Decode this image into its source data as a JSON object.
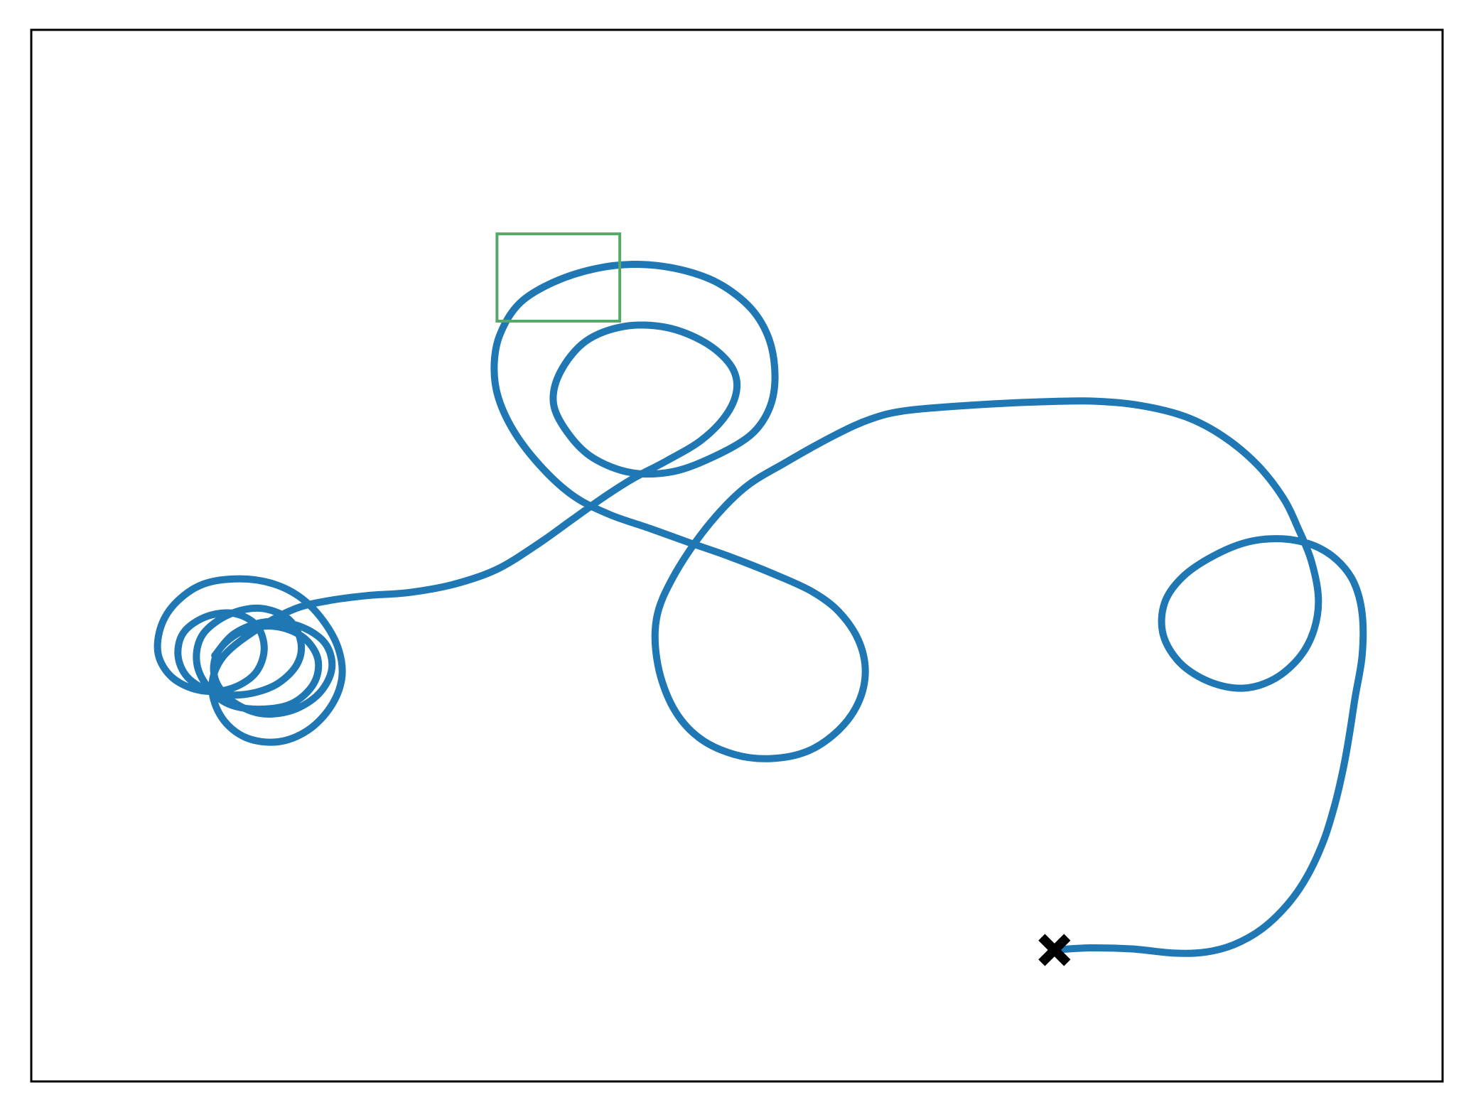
{
  "chart_data": {
    "type": "line",
    "title": "",
    "xlabel": "",
    "ylabel": "",
    "grid": false,
    "legend": "none",
    "xlim": [
      0,
      100
    ],
    "ylim": [
      0,
      100
    ],
    "series": [
      {
        "color": "#1f77b4",
        "marker_end": "x",
        "marker_color": "#000000",
        "points": [
          [
            72.5,
            12.5
          ],
          [
            75.0,
            12.7
          ],
          [
            78.0,
            12.6
          ],
          [
            81.0,
            12.2
          ],
          [
            83.2,
            12.3
          ],
          [
            85.2,
            13.0
          ],
          [
            87.2,
            14.5
          ],
          [
            89.0,
            16.8
          ],
          [
            90.4,
            19.5
          ],
          [
            91.6,
            23.0
          ],
          [
            92.4,
            26.5
          ],
          [
            93.0,
            30.0
          ],
          [
            93.4,
            33.0
          ],
          [
            93.8,
            36.5
          ],
          [
            94.3,
            40.5
          ],
          [
            94.3,
            44.5
          ],
          [
            93.7,
            47.5
          ],
          [
            92.5,
            49.6
          ],
          [
            90.8,
            51.0
          ],
          [
            88.6,
            51.6
          ],
          [
            86.2,
            51.3
          ],
          [
            83.8,
            50.0
          ],
          [
            81.6,
            48.0
          ],
          [
            80.3,
            45.5
          ],
          [
            80.2,
            42.5
          ],
          [
            81.4,
            39.8
          ],
          [
            83.5,
            38.0
          ],
          [
            85.9,
            37.4
          ],
          [
            88.1,
            38.3
          ],
          [
            89.9,
            40.4
          ],
          [
            90.9,
            43.0
          ],
          [
            91.2,
            46.0
          ],
          [
            90.7,
            49.5
          ],
          [
            89.8,
            52.5
          ],
          [
            88.7,
            55.5
          ],
          [
            86.9,
            58.6
          ],
          [
            84.5,
            61.3
          ],
          [
            81.8,
            63.2
          ],
          [
            78.5,
            64.3
          ],
          [
            75.0,
            64.7
          ],
          [
            71.0,
            64.6
          ],
          [
            66.5,
            64.3
          ],
          [
            62.0,
            63.8
          ],
          [
            59.5,
            63.0
          ],
          [
            57.0,
            61.5
          ],
          [
            53.5,
            58.9
          ],
          [
            50.5,
            56.4
          ],
          [
            47.8,
            52.6
          ],
          [
            45.5,
            48.0
          ],
          [
            44.3,
            44.0
          ],
          [
            44.4,
            39.6
          ],
          [
            45.5,
            35.5
          ],
          [
            47.3,
            32.7
          ],
          [
            49.8,
            31.1
          ],
          [
            52.4,
            30.7
          ],
          [
            55.0,
            31.4
          ],
          [
            57.2,
            33.4
          ],
          [
            58.6,
            36.0
          ],
          [
            59.1,
            39.0
          ],
          [
            58.6,
            42.0
          ],
          [
            57.2,
            44.7
          ],
          [
            55.3,
            46.6
          ],
          [
            52.7,
            48.2
          ],
          [
            49.5,
            49.9
          ],
          [
            46.5,
            51.3
          ],
          [
            43.8,
            52.6
          ],
          [
            41.0,
            53.9
          ],
          [
            38.5,
            55.6
          ],
          [
            36.3,
            58.2
          ],
          [
            34.3,
            61.6
          ],
          [
            33.1,
            65.0
          ],
          [
            32.8,
            68.0
          ],
          [
            33.2,
            71.0
          ],
          [
            34.6,
            74.0
          ],
          [
            37.0,
            76.0
          ],
          [
            40.0,
            77.3
          ],
          [
            43.0,
            77.7
          ],
          [
            46.0,
            77.2
          ],
          [
            48.7,
            75.9
          ],
          [
            51.0,
            73.5
          ],
          [
            52.3,
            70.5
          ],
          [
            52.7,
            67.0
          ],
          [
            52.3,
            64.0
          ],
          [
            51.0,
            61.5
          ],
          [
            48.5,
            59.5
          ],
          [
            45.5,
            58.0
          ],
          [
            42.5,
            57.9
          ],
          [
            39.8,
            59.3
          ],
          [
            38.0,
            61.7
          ],
          [
            37.0,
            64.5
          ],
          [
            37.5,
            67.5
          ],
          [
            39.3,
            70.4
          ],
          [
            42.0,
            71.8
          ],
          [
            45.0,
            71.7
          ],
          [
            47.7,
            70.3
          ],
          [
            49.5,
            68.2
          ],
          [
            50.0,
            66.0
          ],
          [
            49.3,
            63.5
          ],
          [
            47.5,
            61.0
          ],
          [
            45.0,
            59.0
          ],
          [
            42.6,
            57.3
          ],
          [
            40.5,
            55.5
          ],
          [
            38.3,
            53.4
          ],
          [
            35.9,
            51.1
          ],
          [
            33.0,
            48.7
          ],
          [
            30.0,
            47.3
          ],
          [
            26.8,
            46.5
          ],
          [
            23.8,
            46.2
          ],
          [
            21.0,
            45.7
          ],
          [
            18.6,
            44.9
          ],
          [
            16.0,
            43.0
          ],
          [
            13.6,
            40.4
          ],
          [
            12.8,
            37.5
          ],
          [
            13.5,
            34.6
          ],
          [
            15.2,
            32.7
          ],
          [
            17.5,
            32.3
          ],
          [
            19.6,
            33.4
          ],
          [
            21.2,
            35.6
          ],
          [
            22.0,
            38.3
          ],
          [
            21.8,
            41.0
          ],
          [
            20.8,
            43.6
          ],
          [
            19.2,
            45.9
          ],
          [
            17.2,
            47.3
          ],
          [
            14.8,
            47.8
          ],
          [
            12.2,
            47.3
          ],
          [
            10.3,
            45.6
          ],
          [
            9.2,
            43.3
          ],
          [
            9.0,
            40.6
          ],
          [
            10.0,
            38.4
          ],
          [
            11.9,
            37.2
          ],
          [
            14.0,
            37.3
          ],
          [
            15.8,
            38.7
          ],
          [
            16.5,
            41.0
          ],
          [
            16.0,
            43.3
          ],
          [
            14.4,
            44.5
          ],
          [
            12.4,
            44.2
          ],
          [
            10.8,
            42.7
          ],
          [
            10.4,
            40.5
          ],
          [
            11.1,
            38.4
          ],
          [
            12.9,
            37.0
          ],
          [
            15.1,
            36.8
          ],
          [
            17.3,
            37.7
          ],
          [
            18.8,
            39.6
          ],
          [
            19.1,
            41.8
          ],
          [
            18.2,
            44.0
          ],
          [
            16.2,
            45.0
          ],
          [
            14.0,
            44.4
          ],
          [
            12.2,
            42.6
          ],
          [
            11.7,
            40.2
          ],
          [
            12.3,
            37.9
          ],
          [
            13.8,
            36.0
          ],
          [
            16.0,
            35.4
          ],
          [
            18.4,
            35.9
          ],
          [
            20.0,
            37.8
          ],
          [
            20.3,
            40.2
          ],
          [
            19.2,
            42.3
          ],
          [
            17.1,
            43.3
          ],
          [
            14.8,
            42.7
          ],
          [
            13.2,
            40.8
          ],
          [
            13.0,
            38.4
          ],
          [
            14.1,
            36.3
          ],
          [
            16.2,
            35.0
          ],
          [
            18.5,
            35.3
          ],
          [
            20.4,
            36.9
          ],
          [
            21.3,
            39.3
          ],
          [
            20.8,
            41.7
          ],
          [
            19.0,
            43.3
          ],
          [
            16.6,
            43.7
          ],
          [
            14.4,
            42.6
          ],
          [
            13.0,
            40.5
          ]
        ]
      }
    ],
    "rectangle": {
      "x0": 33.0,
      "x1": 41.7,
      "y0": 72.3,
      "y1": 80.6,
      "color": "#55a868"
    }
  }
}
